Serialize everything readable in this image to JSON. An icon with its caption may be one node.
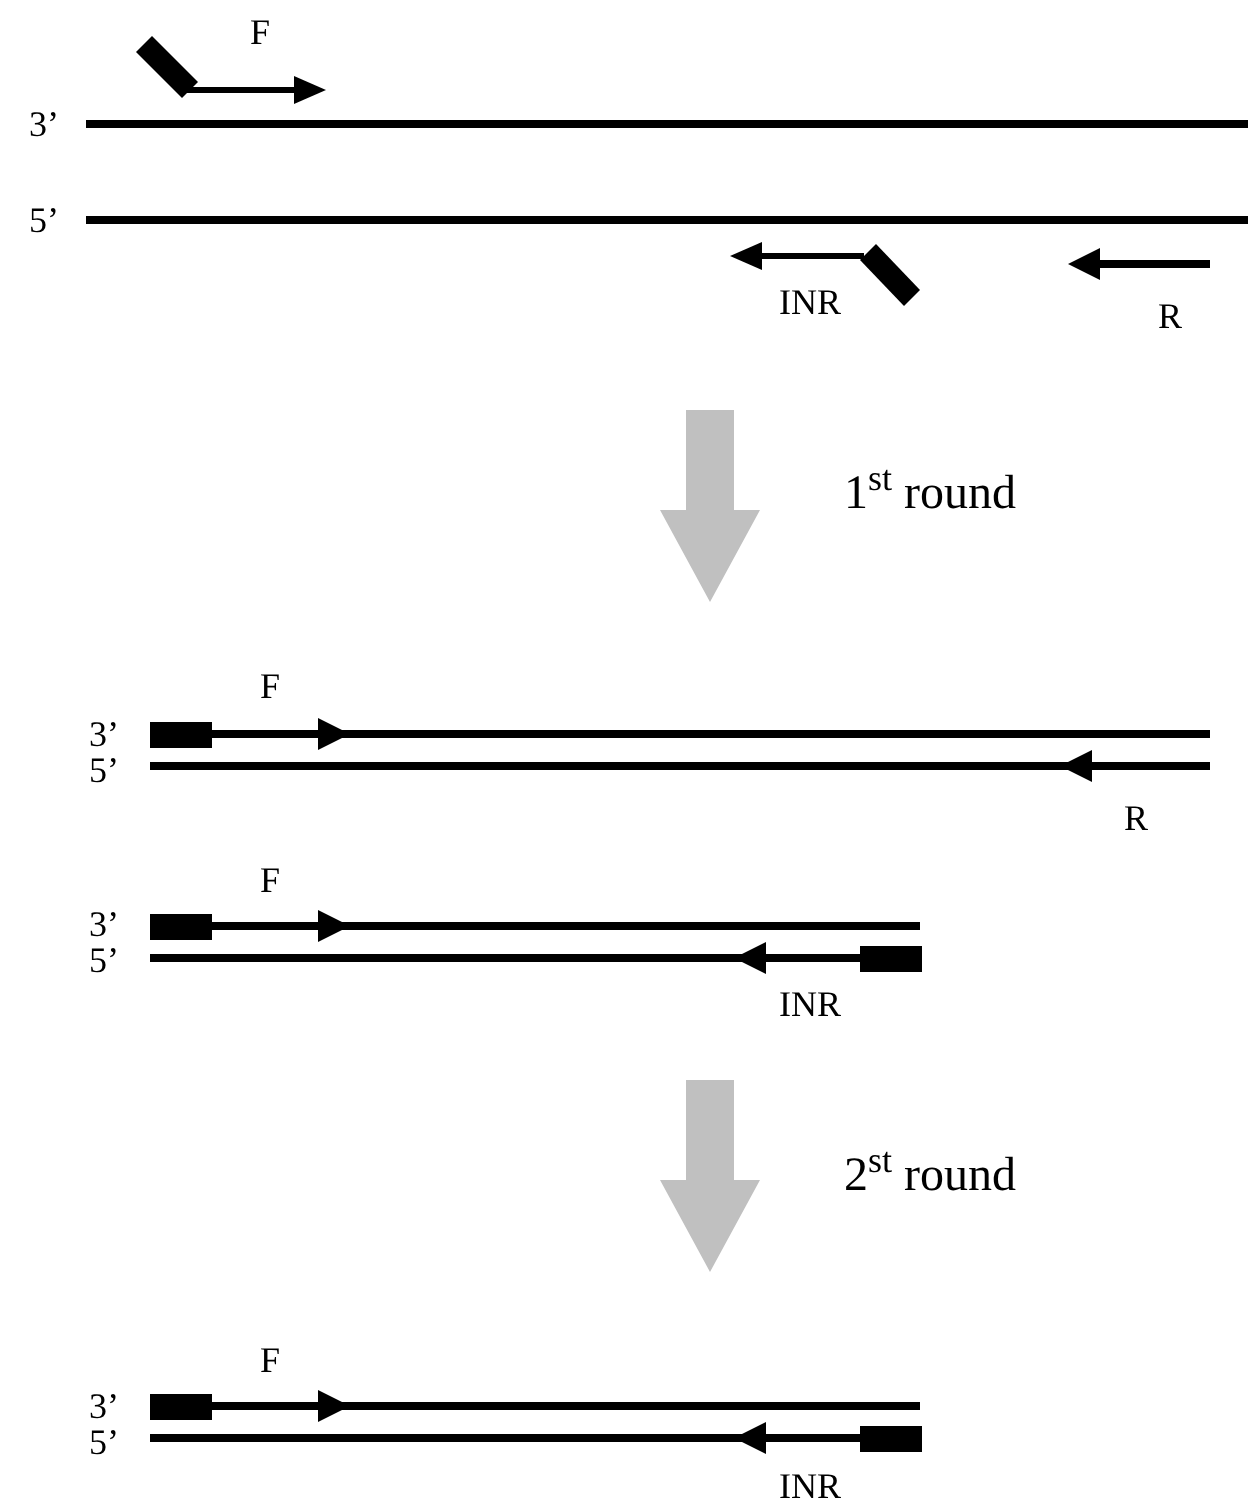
{
  "diagram": {
    "labels": [
      "F",
      "3’",
      "5’",
      "INR",
      "R",
      "1$^{st}$ round",
      "F",
      "3’",
      "5’",
      "R",
      "F",
      "3’",
      "5’",
      "INR",
      "2$^{st}$ round",
      "F",
      "3’",
      "5’",
      "INR"
    ]
  }
}
